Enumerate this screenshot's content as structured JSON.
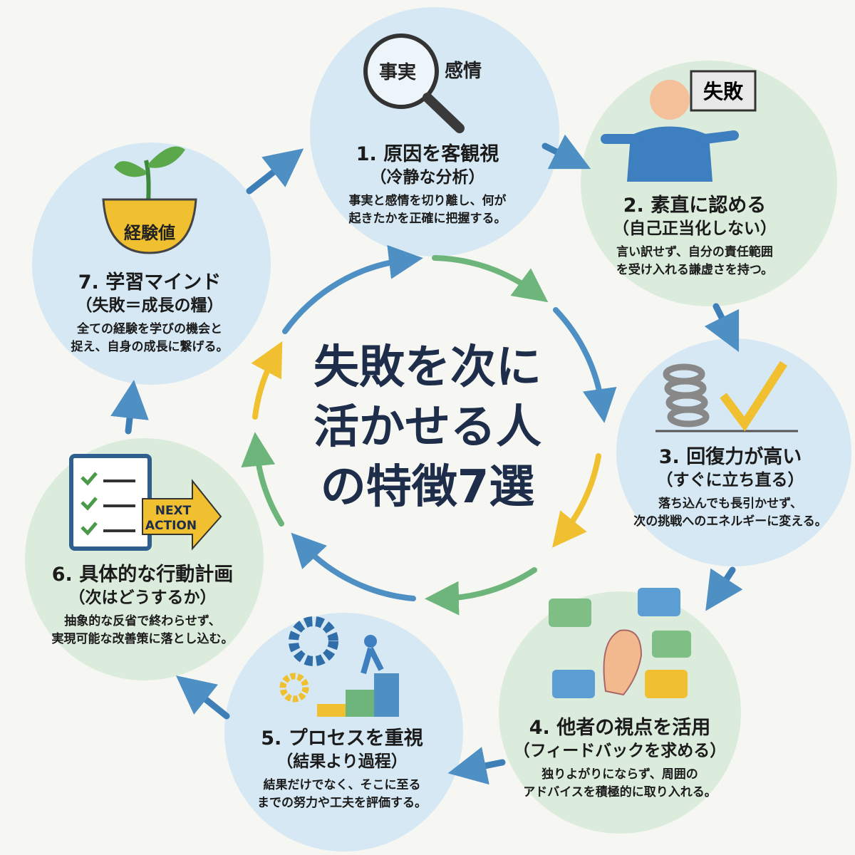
{
  "title_lines": [
    "失敗を次に",
    "活かせる人",
    "の特徴7選"
  ],
  "colors": {
    "blue": "#4e8fc4",
    "green": "#6db57a",
    "yellow": "#f0c030",
    "navy": "#1d2d4a"
  },
  "items": [
    {
      "title": "1. 原因を客観視",
      "subtitle": "（冷静な分析）",
      "desc": [
        "事実と感情を切り離し、何が",
        "起きたかを正確に把握する。"
      ],
      "icon": "magnifier-icon",
      "icon_labels": [
        "事実",
        "感情"
      ]
    },
    {
      "title": "2. 素直に認める",
      "subtitle": "（自己正当化しない）",
      "desc": [
        "言い訳せず、自分の責任範囲",
        "を受け入れる謙虚さを持つ。"
      ],
      "icon": "person-shrug-icon",
      "icon_labels": [
        "失敗"
      ]
    },
    {
      "title": "3. 回復力が高い",
      "subtitle": "（すぐに立ち直る）",
      "desc": [
        "落ち込んでも長引かせず、",
        "次の挑戦へのエネルギーに変える。"
      ],
      "icon": "spring-check-icon"
    },
    {
      "title": "4. 他者の視点を活用",
      "subtitle": "（フィードバックを求める）",
      "desc": [
        "独りよがりにならず、周囲の",
        "アドバイスを積極的に取り入れる。"
      ],
      "icon": "ear-speech-icon"
    },
    {
      "title": "5. プロセスを重視",
      "subtitle": "（結果より過程）",
      "desc": [
        "結果だけでなく、そこに至る",
        "までの努力や工夫を評価する。"
      ],
      "icon": "gear-stairs-icon"
    },
    {
      "title": "6. 具体的な行動計画",
      "subtitle": "（次はどうするか）",
      "desc": [
        "抽象的な反省で終わらせず、",
        "実現可能な改善策に落とし込む。"
      ],
      "icon": "checklist-icon",
      "icon_labels": [
        "NEXT",
        "ACTION"
      ]
    },
    {
      "title": "7. 学習マインド",
      "subtitle": "（失敗＝成長の糧）",
      "desc": [
        "全ての経験を学びの機会と",
        "捉え、自身の成長に繋げる。"
      ],
      "icon": "sprout-pot-icon",
      "icon_labels": [
        "経験値"
      ]
    }
  ]
}
